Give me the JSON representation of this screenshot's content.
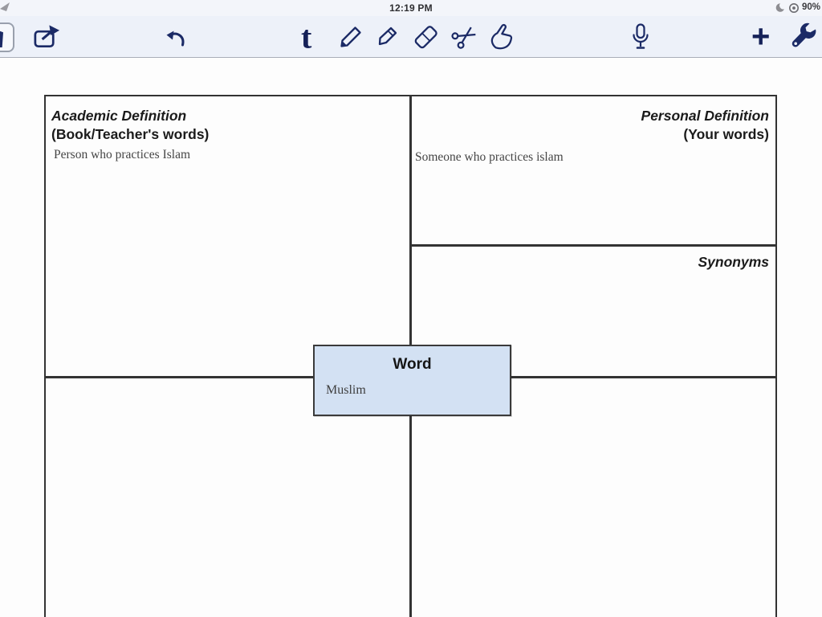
{
  "status_bar": {
    "time": "12:19 PM",
    "battery_percent": "90%",
    "icon_names": [
      "location-arrow-icon",
      "do-not-disturb-moon-icon",
      "orientation-lock-icon"
    ]
  },
  "toolbar": {
    "tool_names": [
      "documents-partial-button",
      "share",
      "undo",
      "text-tool",
      "pencil",
      "highlighter",
      "eraser",
      "scissors",
      "hand-selector",
      "microphone",
      "add-page",
      "settings-wrench"
    ],
    "text_tool_glyph": "t",
    "add_glyph": "+"
  },
  "worksheet": {
    "academic": {
      "title": "Academic Definition",
      "subtitle": "(Book/Teacher's words)",
      "entry": "Person who practices Islam"
    },
    "personal": {
      "title": "Personal Definition",
      "subtitle": "(Your words)",
      "entry": "Someone who practices islam"
    },
    "synonyms": {
      "title": "Synonyms"
    },
    "word_box": {
      "title": "Word",
      "entry": "Muslim"
    }
  },
  "colors": {
    "icon_navy": "#1b2a66",
    "toolbar_bg": "#edf1f9",
    "grid_line": "#333333",
    "word_box_fill": "#d3e1f3"
  }
}
